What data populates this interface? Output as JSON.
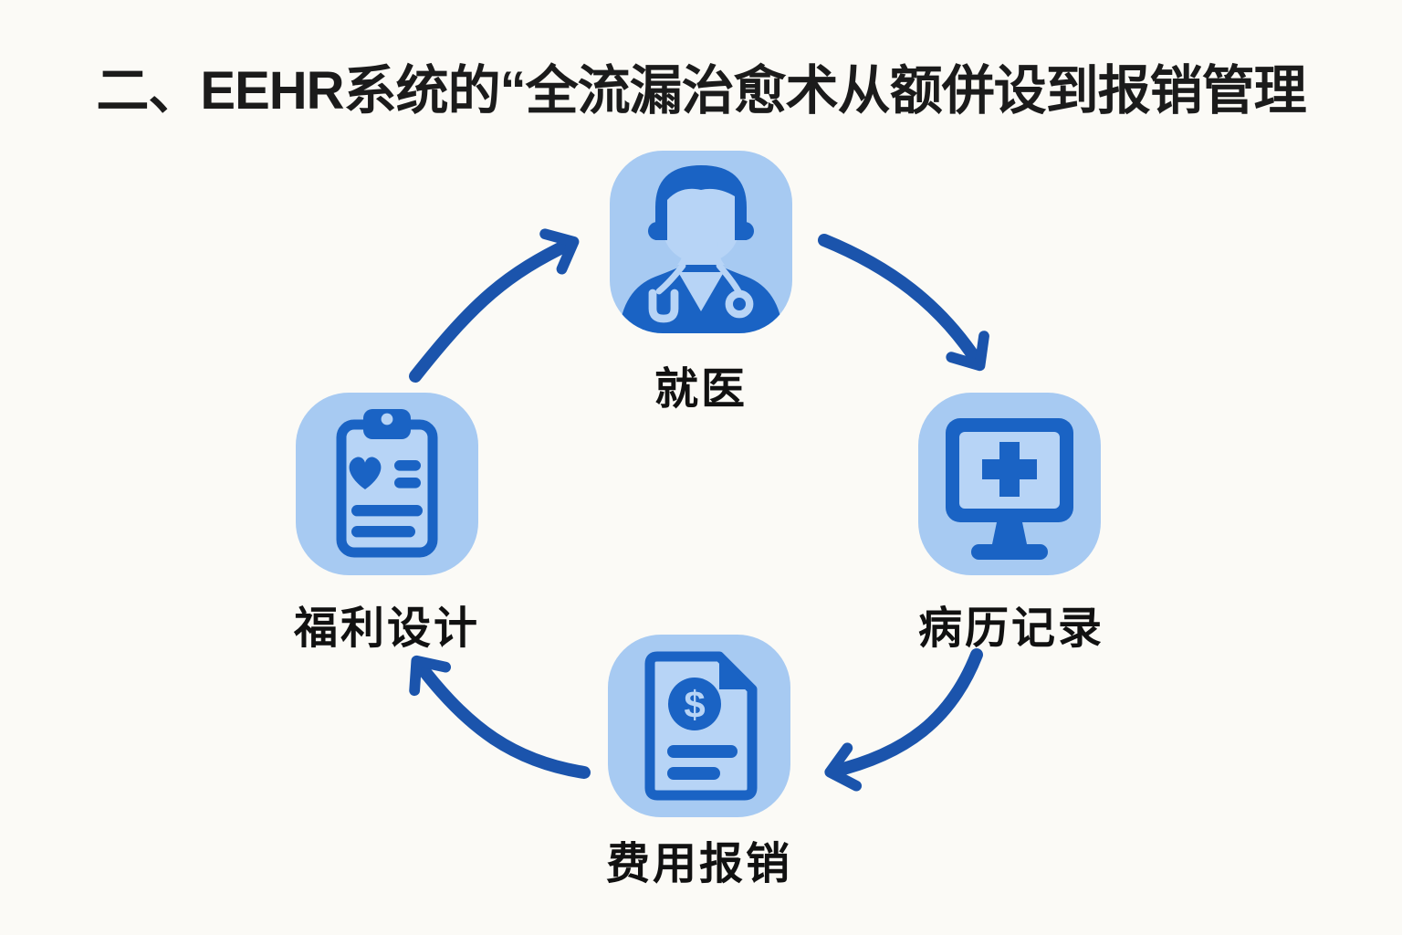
{
  "page": {
    "background": "#FBFAF6"
  },
  "title": {
    "text": "二、EEHR系统的“全流漏治愈术从额併设到报销管理"
  },
  "colors": {
    "page_bg": "#FBFAF6",
    "tile_bg": "#A7CAF2",
    "icon_dark": "#1A63C4",
    "icon_light": "#B7D4F6",
    "arrow": "#1B54AC",
    "title_text": "#1B1B1B",
    "label_text": "#111111"
  },
  "diagram": {
    "type": "circular-flow",
    "nodes": [
      {
        "label": "就医",
        "icon": "doctor-icon",
        "position": "top"
      },
      {
        "label": "病历记录",
        "icon": "medical-record-monitor-icon",
        "position": "right"
      },
      {
        "label": "费用报销",
        "icon": "expense-invoice-icon",
        "icon_glyph": "$",
        "position": "bottom"
      },
      {
        "label": "福利设计",
        "icon": "benefits-clipboard-icon",
        "position": "left"
      }
    ],
    "cycle": [
      {
        "from": "就医",
        "to": "病历记录"
      },
      {
        "from": "病历记录",
        "to": "费用报销"
      },
      {
        "from": "费用报销",
        "to": "福利设计"
      },
      {
        "from": "福利设计",
        "to": "就医"
      }
    ]
  }
}
